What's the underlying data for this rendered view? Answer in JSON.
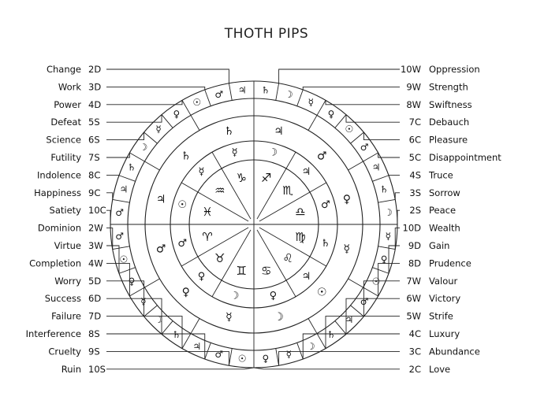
{
  "title": "THOTH PIPS",
  "left_cards": [
    {
      "name": "Change",
      "code": "2D"
    },
    {
      "name": "Work",
      "code": "3D"
    },
    {
      "name": "Power",
      "code": "4D"
    },
    {
      "name": "Defeat",
      "code": "5S"
    },
    {
      "name": "Science",
      "code": "6S"
    },
    {
      "name": "Futility",
      "code": "7S"
    },
    {
      "name": "Indolence",
      "code": "8C"
    },
    {
      "name": "Happiness",
      "code": "9C"
    },
    {
      "name": "Satiety",
      "code": "10C"
    },
    {
      "name": "Dominion",
      "code": "2W"
    },
    {
      "name": "Virtue",
      "code": "3W"
    },
    {
      "name": "Completion",
      "code": "4W"
    },
    {
      "name": "Worry",
      "code": "5D"
    },
    {
      "name": "Success",
      "code": "6D"
    },
    {
      "name": "Failure",
      "code": "7D"
    },
    {
      "name": "Interference",
      "code": "8S"
    },
    {
      "name": "Cruelty",
      "code": "9S"
    },
    {
      "name": "Ruin",
      "code": "10S"
    }
  ],
  "right_cards": [
    {
      "name": "Oppression",
      "code": "10W"
    },
    {
      "name": "Strength",
      "code": "9W"
    },
    {
      "name": "Swiftness",
      "code": "8W"
    },
    {
      "name": "Debauch",
      "code": "7C"
    },
    {
      "name": "Pleasure",
      "code": "6C"
    },
    {
      "name": "Disappointment",
      "code": "5C"
    },
    {
      "name": "Truce",
      "code": "4S"
    },
    {
      "name": "Sorrow",
      "code": "3S"
    },
    {
      "name": "Peace",
      "code": "2S"
    },
    {
      "name": "Wealth",
      "code": "10D"
    },
    {
      "name": "Gain",
      "code": "9D"
    },
    {
      "name": "Prudence",
      "code": "8D"
    },
    {
      "name": "Valour",
      "code": "7W"
    },
    {
      "name": "Victory",
      "code": "6W"
    },
    {
      "name": "Strife",
      "code": "5W"
    },
    {
      "name": "Luxury",
      "code": "4C"
    },
    {
      "name": "Abundance",
      "code": "3C"
    },
    {
      "name": "Love",
      "code": "2C"
    }
  ],
  "zodiac_signs": [
    "♈",
    "♉",
    "♊",
    "♋",
    "♌",
    "♍",
    "♎",
    "♏",
    "♐",
    "♑",
    "♒",
    "♓"
  ],
  "decan_rulers": [
    "♂",
    "☉",
    "♀",
    "☿",
    "☽",
    "♄",
    "♃",
    "♂",
    "☉",
    "♀",
    "☿",
    "☽",
    "♄",
    "♃",
    "♂",
    "☉",
    "♀",
    "☿",
    "☽",
    "♄",
    "♃",
    "♂",
    "☉",
    "♀",
    "☿",
    "☽",
    "♄",
    "♃",
    "♂",
    "☉",
    "♀",
    "☿",
    "☽",
    "♄",
    "♃",
    "♂"
  ],
  "sign_rulers": [
    "♂",
    "♀",
    "☿",
    "☽",
    "☉",
    "☿",
    "♀",
    "♂",
    "♃",
    "♄",
    "♄",
    "♃"
  ],
  "cardinal_rulers": [
    "♂",
    "♀",
    "☽",
    "♀",
    "♃",
    "♄",
    "♂",
    "♃",
    "☽",
    "☿",
    "☿",
    "☉"
  ]
}
